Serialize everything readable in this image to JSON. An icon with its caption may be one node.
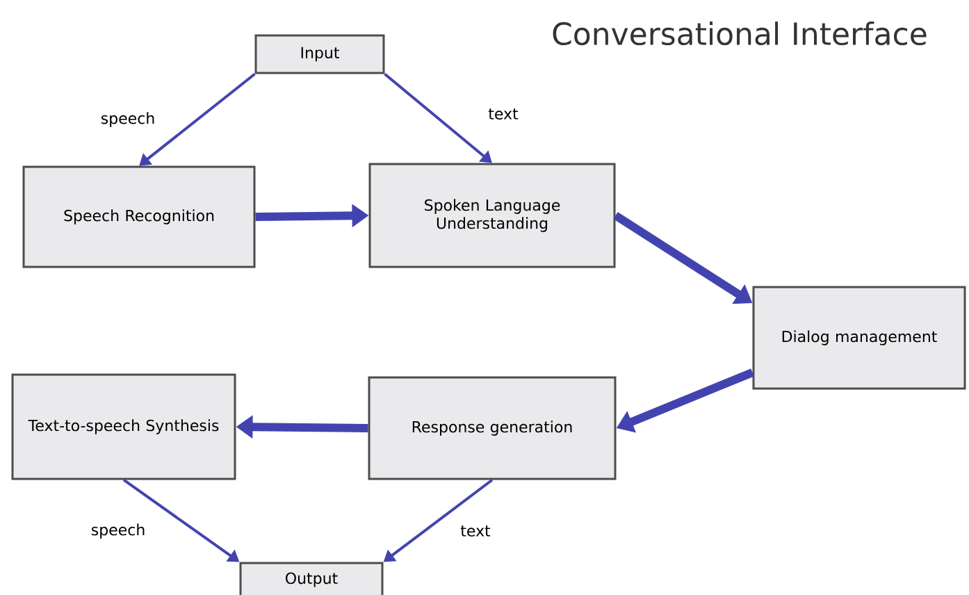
{
  "diagram": {
    "title": "Conversational Interface",
    "nodes": [
      {
        "text": [
          "Input"
        ]
      },
      {
        "text": [
          "Speech Recognition"
        ]
      },
      {
        "text": [
          "Spoken Language Understanding"
        ]
      },
      {
        "text": [
          "Dialog management"
        ]
      },
      {
        "text": [
          "Response generation"
        ]
      },
      {
        "text": [
          "Text-to-speech Synthesis"
        ]
      },
      {
        "text": [
          "Output"
        ]
      }
    ],
    "edges": [
      {
        "from": 0,
        "to": 1,
        "arrow": "to",
        "label": "speech"
      },
      {
        "from": 0,
        "to": 2,
        "arrow": "to",
        "label": "text"
      },
      {
        "from": 1,
        "to": 2,
        "arrow": "to",
        "style": "thick"
      },
      {
        "from": 2,
        "to": 3,
        "arrow": "to",
        "style": "thick"
      },
      {
        "from": 3,
        "to": 4,
        "arrow": "to",
        "style": "thick"
      },
      {
        "from": 4,
        "to": 5,
        "arrow": "to",
        "style": "thick"
      },
      {
        "from": 5,
        "to": 6,
        "arrow": "to",
        "label": "speech"
      },
      {
        "from": 4,
        "to": 6,
        "arrow": "to",
        "label": "text"
      }
    ]
  }
}
